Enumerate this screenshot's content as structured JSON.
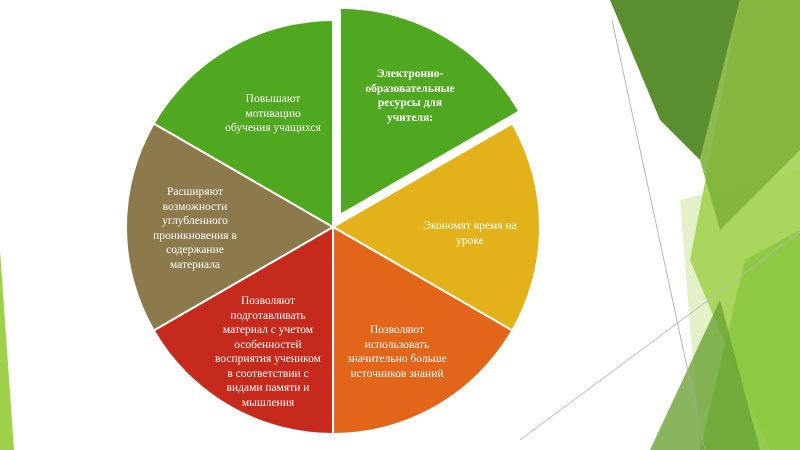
{
  "colors": {
    "accent_green": "#5ea22a",
    "bright_green": "#4fa81f",
    "yellow": "#e3b21b",
    "orange": "#e3651a",
    "red": "#c62a1c",
    "olive": "#8c7a4d",
    "background": "#ffffff",
    "deco_dark_green": "#5b8e2f",
    "deco_light_green": "#9fd04a",
    "deco_pale_green": "#cfe6a3"
  },
  "diagram": {
    "segments": [
      {
        "id": "resources",
        "label": "Электронно-\nобразовательные\nресурсы для\nучителя:",
        "color": "#4fa81f",
        "bold": true,
        "exploded": true
      },
      {
        "id": "save-time",
        "label": "Экономят время на\nуроке",
        "color": "#e3b21b",
        "bold": false,
        "exploded": false
      },
      {
        "id": "more-sources",
        "label": "Позволяют\nиспользовать\nзначительно больше\nисточников знаний",
        "color": "#e3651a",
        "bold": false,
        "exploded": false
      },
      {
        "id": "individual",
        "label": "Позволяют\nподготавливать\nматериал с учетом\nособенностей\nвосприятия учеником\nв соответствии с\nвидами памяти и\nмышления",
        "color": "#c62a1c",
        "bold": false,
        "exploded": false
      },
      {
        "id": "deeper",
        "label": "Расширяют\nвозможности\nуглубленного\nпроникновения в\nсодержание\nматериала",
        "color": "#8c7a4d",
        "bold": false,
        "exploded": false
      },
      {
        "id": "motivation",
        "label": "Повышают\nмотивацию\nобучения учащихся",
        "color": "#4fa81f",
        "bold": false,
        "exploded": false
      }
    ]
  }
}
